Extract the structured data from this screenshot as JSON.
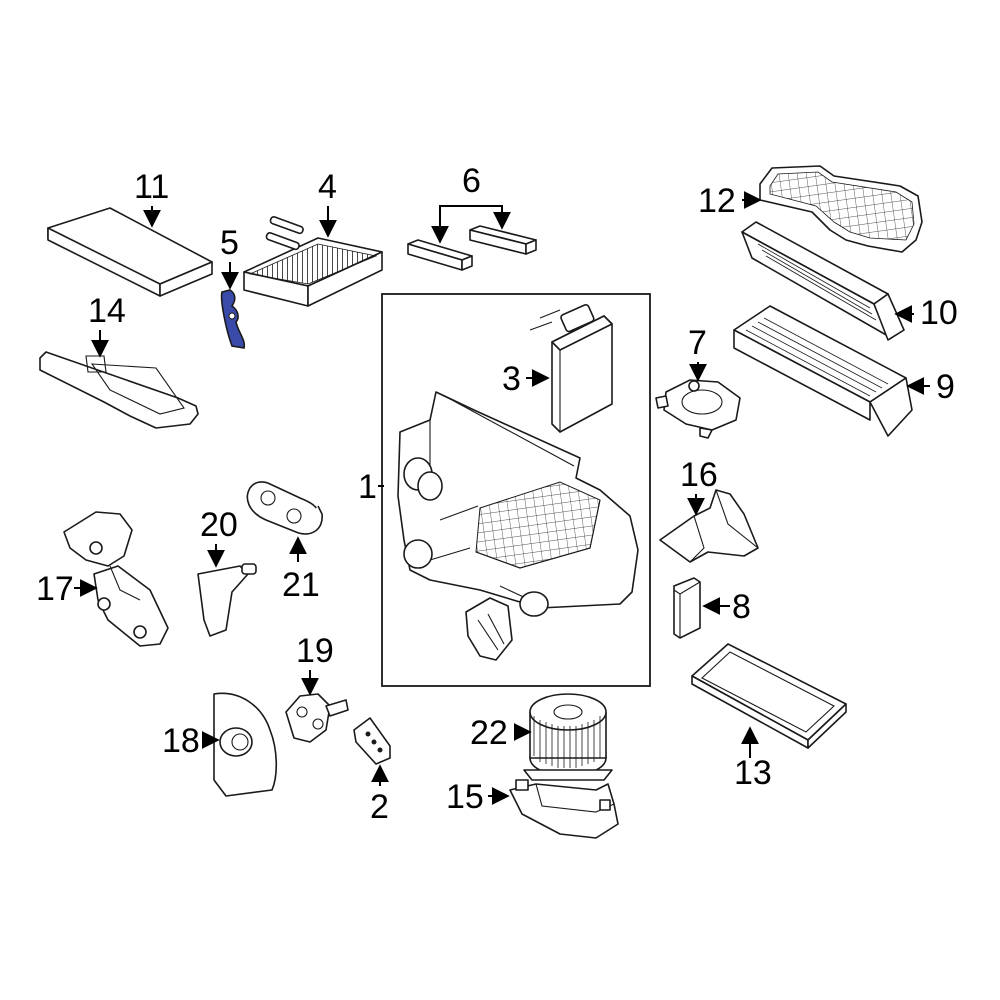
{
  "diagram": {
    "accent_color": "#3a4aa8",
    "callouts": [
      {
        "id": "c1",
        "label": "1"
      },
      {
        "id": "c2",
        "label": "2"
      },
      {
        "id": "c3",
        "label": "3"
      },
      {
        "id": "c4",
        "label": "4"
      },
      {
        "id": "c5",
        "label": "5"
      },
      {
        "id": "c6",
        "label": "6"
      },
      {
        "id": "c7",
        "label": "7"
      },
      {
        "id": "c8",
        "label": "8"
      },
      {
        "id": "c9",
        "label": "9"
      },
      {
        "id": "c10",
        "label": "10"
      },
      {
        "id": "c11",
        "label": "11"
      },
      {
        "id": "c12",
        "label": "12"
      },
      {
        "id": "c13",
        "label": "13"
      },
      {
        "id": "c14",
        "label": "14"
      },
      {
        "id": "c15",
        "label": "15"
      },
      {
        "id": "c16",
        "label": "16"
      },
      {
        "id": "c17",
        "label": "17"
      },
      {
        "id": "c18",
        "label": "18"
      },
      {
        "id": "c19",
        "label": "19"
      },
      {
        "id": "c20",
        "label": "20"
      },
      {
        "id": "c21",
        "label": "21"
      },
      {
        "id": "c22",
        "label": "22"
      }
    ]
  }
}
